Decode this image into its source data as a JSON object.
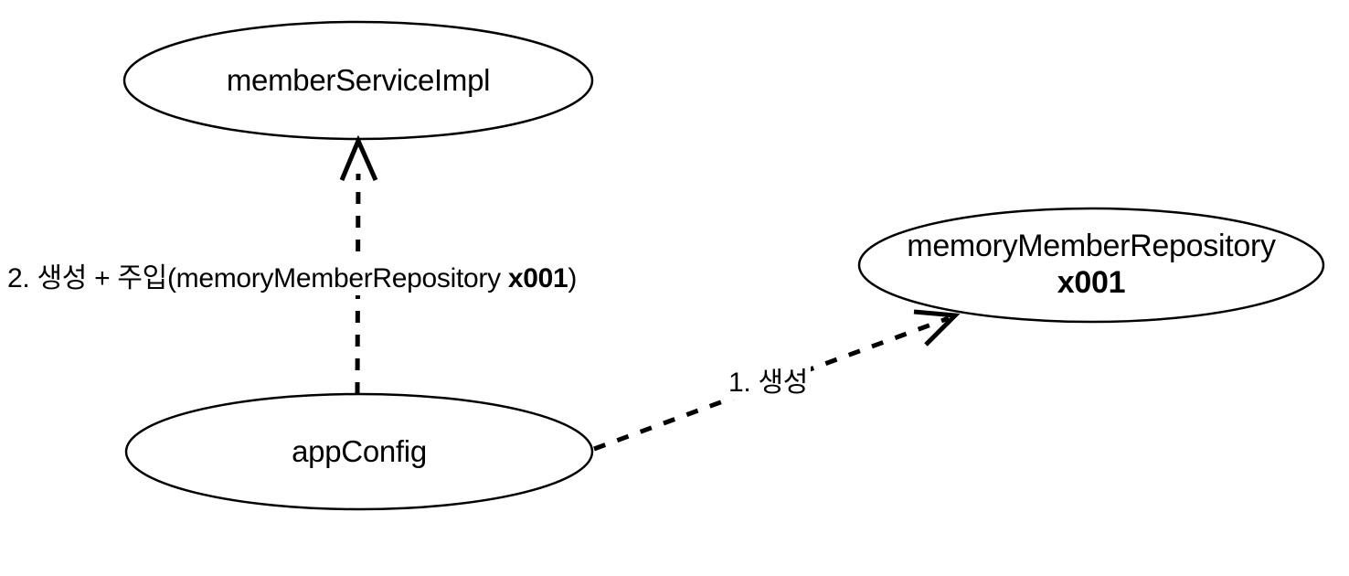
{
  "nodes": {
    "member_service_impl": {
      "label": "memberServiceImpl"
    },
    "app_config": {
      "label": "appConfig"
    },
    "memory_member_repository": {
      "label": "memoryMemberRepository",
      "instance": "x001"
    }
  },
  "edges": {
    "create_and_inject": {
      "label_prefix": "2. 생성 + 주입(memoryMemberRepository ",
      "label_bold": "x001",
      "label_suffix": ")"
    },
    "create": {
      "label": "1. 생성"
    }
  },
  "colors": {
    "stroke": "#000000",
    "background": "#ffffff",
    "text": "#000000"
  }
}
